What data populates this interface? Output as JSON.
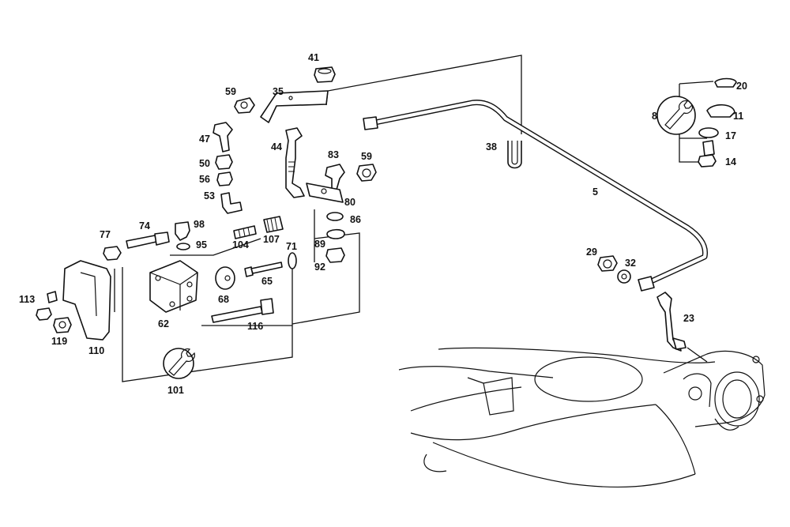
{
  "callouts": [
    {
      "id": "c41",
      "text": "41"
    },
    {
      "id": "c59a",
      "text": "59"
    },
    {
      "id": "c35",
      "text": "35"
    },
    {
      "id": "c47",
      "text": "47"
    },
    {
      "id": "c44",
      "text": "44"
    },
    {
      "id": "c50",
      "text": "50"
    },
    {
      "id": "c56",
      "text": "56"
    },
    {
      "id": "c53",
      "text": "53"
    },
    {
      "id": "c83",
      "text": "83"
    },
    {
      "id": "c59b",
      "text": "59"
    },
    {
      "id": "c80",
      "text": "80"
    },
    {
      "id": "c86",
      "text": "86"
    },
    {
      "id": "c89",
      "text": "89"
    },
    {
      "id": "c92",
      "text": "92"
    },
    {
      "id": "c71",
      "text": "71"
    },
    {
      "id": "c74",
      "text": "74"
    },
    {
      "id": "c98",
      "text": "98"
    },
    {
      "id": "c77",
      "text": "77"
    },
    {
      "id": "c95",
      "text": "95"
    },
    {
      "id": "c104",
      "text": "104"
    },
    {
      "id": "c107",
      "text": "107"
    },
    {
      "id": "c65",
      "text": "65"
    },
    {
      "id": "c68",
      "text": "68"
    },
    {
      "id": "c62",
      "text": "62"
    },
    {
      "id": "c116",
      "text": "116"
    },
    {
      "id": "c113",
      "text": "113"
    },
    {
      "id": "c119",
      "text": "119"
    },
    {
      "id": "c110",
      "text": "110"
    },
    {
      "id": "c101",
      "text": "101"
    },
    {
      "id": "c38",
      "text": "38"
    },
    {
      "id": "c5",
      "text": "5"
    },
    {
      "id": "c20",
      "text": "20"
    },
    {
      "id": "c8",
      "text": "8"
    },
    {
      "id": "c11",
      "text": "11"
    },
    {
      "id": "c17",
      "text": "17"
    },
    {
      "id": "c14",
      "text": "14"
    },
    {
      "id": "c29",
      "text": "29"
    },
    {
      "id": "c32",
      "text": "32"
    },
    {
      "id": "c23",
      "text": "23"
    }
  ],
  "icons": [
    "wrench-tool-icon"
  ]
}
